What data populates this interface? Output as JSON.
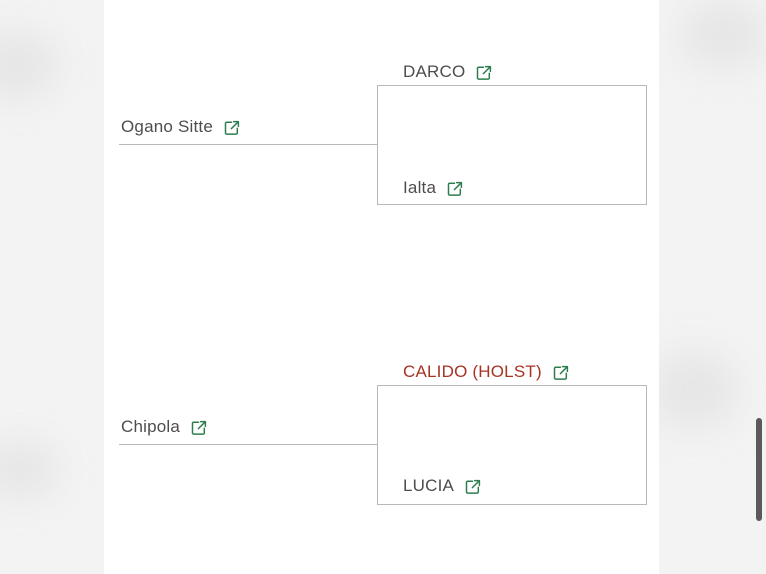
{
  "page": {
    "title": "Pedigree bracket",
    "icon_name": "external-link-icon",
    "colors": {
      "line": "#b8b8b8",
      "text": "#4d4d4d",
      "highlight": "#a83224",
      "icon": "#2e7d4f",
      "background": "#ffffff",
      "gutter": "#f3f3f3",
      "scrollbar": "#5a5a5a"
    }
  },
  "bracket": {
    "groups": [
      {
        "root": {
          "name": "Ogano Sitte",
          "highlight": false
        },
        "children": [
          {
            "name": "DARCO",
            "highlight": false
          },
          {
            "name": "Ialta",
            "highlight": false
          }
        ]
      },
      {
        "root": {
          "name": "Chipola",
          "highlight": false
        },
        "children": [
          {
            "name": "CALIDO (HOLST)",
            "highlight": true
          },
          {
            "name": "LUCIA",
            "highlight": false
          }
        ]
      }
    ]
  },
  "scrollbar": {
    "name": "vertical-scrollbar",
    "position": "lower"
  }
}
